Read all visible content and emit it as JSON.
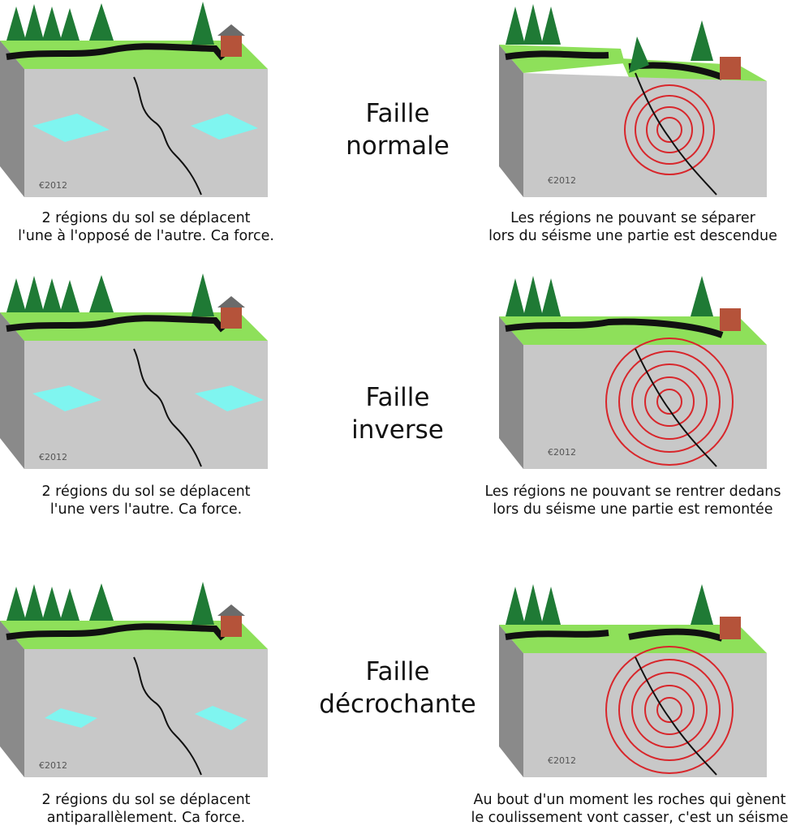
{
  "colors": {
    "grass": "#8ee05a",
    "block_front": "#c8c8c8",
    "block_side": "#8a8a8a",
    "road": "#111111",
    "tree": "#1f7a35",
    "arrow": "#7ff5f0",
    "rings": "#d8262b",
    "house": "#b5533a"
  },
  "rows": [
    {
      "title": [
        "Faille",
        "normale"
      ],
      "left_caption": [
        "2 régions du sol se déplacent",
        "l'une à l'opposé de l'autre. Ca force."
      ],
      "right_caption": [
        "Les régions ne pouvant se séparer",
        "lors du séisme une partie est descendue"
      ],
      "arrows": "outward"
    },
    {
      "title": [
        "Faille",
        "inverse"
      ],
      "left_caption": [
        "2 régions du sol se déplacent",
        "l'une vers l'autre. Ca force."
      ],
      "right_caption": [
        "Les régions ne pouvant se rentrer dedans",
        "lors du séisme une partie est remontée"
      ],
      "arrows": "inward"
    },
    {
      "title": [
        "Faille",
        "décrochante"
      ],
      "left_caption": [
        "2 régions du sol se déplacent",
        "antiparallèlement. Ca force."
      ],
      "right_caption": [
        "Au bout d'un moment les roches qui gènent",
        "le coulissement vont casser, c'est un séisme"
      ],
      "arrows": "antiparallel"
    }
  ],
  "copyright": "€2012"
}
